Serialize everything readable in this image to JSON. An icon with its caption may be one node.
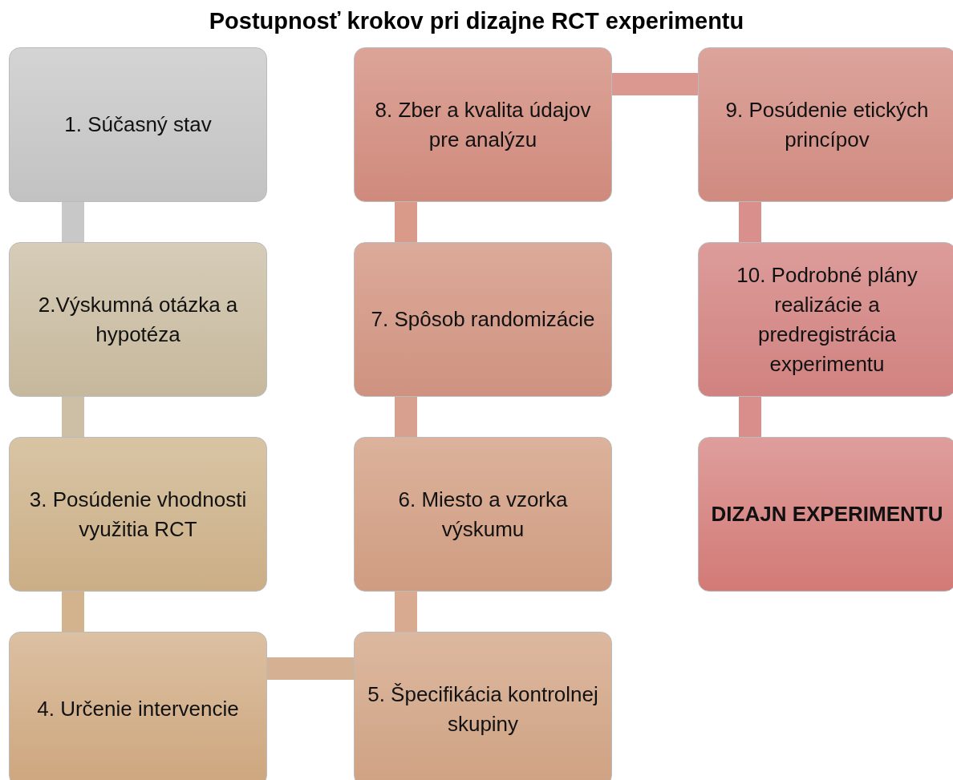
{
  "diagram": {
    "title": "Postupnosť krokov pri dizajne RCT experimentu",
    "nodes": [
      {
        "text": [
          "1. Súčasný stav"
        ]
      },
      {
        "text": [
          "2.Výskumná otázka a hypotéza"
        ]
      },
      {
        "text": [
          "3. Posúdenie vhodnosti využitia RCT"
        ]
      },
      {
        "text": [
          "4. Určenie intervencie"
        ]
      },
      {
        "text": [
          "5. Špecifikácia kontrolnej skupiny"
        ]
      },
      {
        "text": [
          "6. Miesto a vzorka výskumu"
        ]
      },
      {
        "text": [
          "7. Spôsob randomizácie"
        ]
      },
      {
        "text": [
          "8. Zber a kvalita údajov pre analýzu"
        ]
      },
      {
        "text": [
          "9. Posúdenie etických princípov"
        ]
      },
      {
        "text": [
          "10. Podrobné plány realizácie a predregistrácia experimentu"
        ]
      },
      {
        "text": [
          "DIZAJN EXPERIMENTU"
        ]
      }
    ],
    "edges": [
      {
        "from": 0,
        "to": 1,
        "arrow": "none"
      },
      {
        "from": 1,
        "to": 2,
        "arrow": "none"
      },
      {
        "from": 2,
        "to": 3,
        "arrow": "none"
      },
      {
        "from": 3,
        "to": 4,
        "arrow": "none"
      },
      {
        "from": 4,
        "to": 5,
        "arrow": "none"
      },
      {
        "from": 5,
        "to": 6,
        "arrow": "none"
      },
      {
        "from": 6,
        "to": 7,
        "arrow": "none"
      },
      {
        "from": 7,
        "to": 8,
        "arrow": "none"
      },
      {
        "from": 8,
        "to": 9,
        "arrow": "none"
      },
      {
        "from": 9,
        "to": 10,
        "arrow": "none"
      }
    ]
  }
}
